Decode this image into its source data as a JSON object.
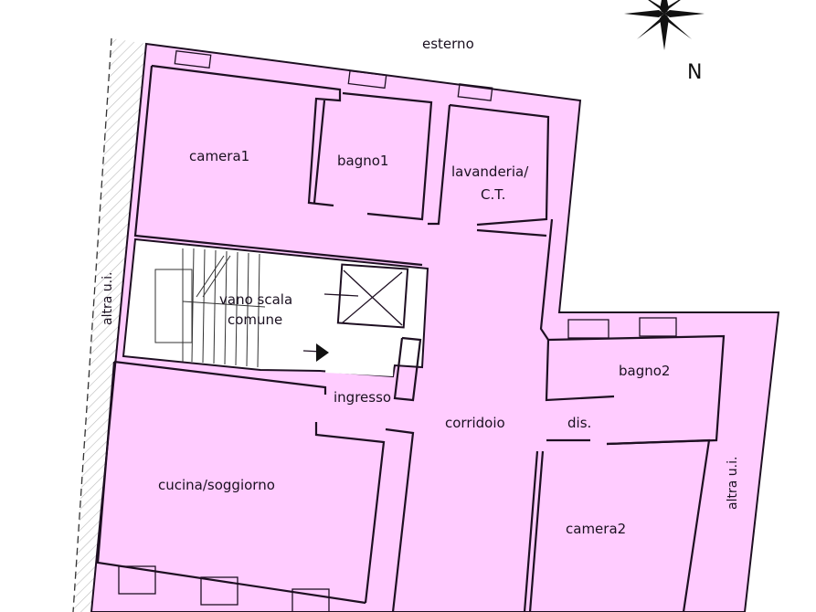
{
  "plan": {
    "fill_color": "#ffccff",
    "wall_color": "#1e0f22",
    "hatch_color": "#bbbbbb",
    "compass": {
      "label": "N",
      "icon": "compass-rose-icon"
    },
    "labels": {
      "exterior": "esterno",
      "neighbor_left": "altra u.i.",
      "neighbor_right": "altra u.i."
    },
    "rooms": [
      {
        "id": "camera1",
        "label": "camera1"
      },
      {
        "id": "bagno1",
        "label": "bagno1"
      },
      {
        "id": "lavanderia",
        "label_line1": "lavanderia/",
        "label_line2": "C.T."
      },
      {
        "id": "vano-scala",
        "label_line1": "vano scala",
        "label_line2": "comune"
      },
      {
        "id": "ingresso",
        "label": "ingresso"
      },
      {
        "id": "corridoio",
        "label": "corridoio"
      },
      {
        "id": "cucina-soggiorno",
        "label": "cucina/soggiorno"
      },
      {
        "id": "bagno2",
        "label": "bagno2"
      },
      {
        "id": "dis",
        "label": "dis."
      },
      {
        "id": "camera2",
        "label": "camera2"
      }
    ]
  }
}
